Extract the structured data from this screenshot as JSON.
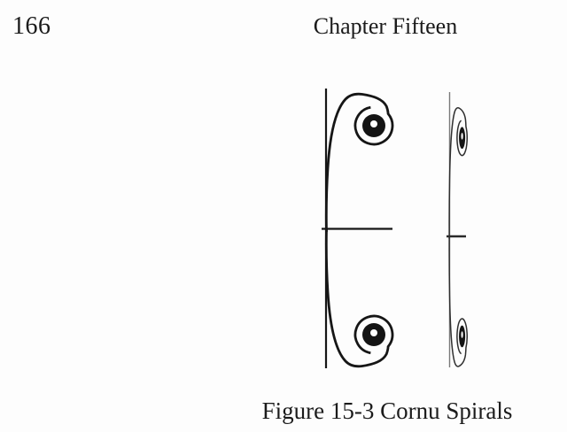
{
  "header": {
    "page_number": "166",
    "chapter_title": "Chapter Fifteen"
  },
  "figure": {
    "caption": "Figure 15-3 Cornu Spirals",
    "ink_color": "#1b1b1b",
    "large_spiral_color": "#161616",
    "small_spiral_color": "#2f2f2f",
    "small_axis_color": "#7a7a7a",
    "paper_color": "#fdfdfd"
  }
}
